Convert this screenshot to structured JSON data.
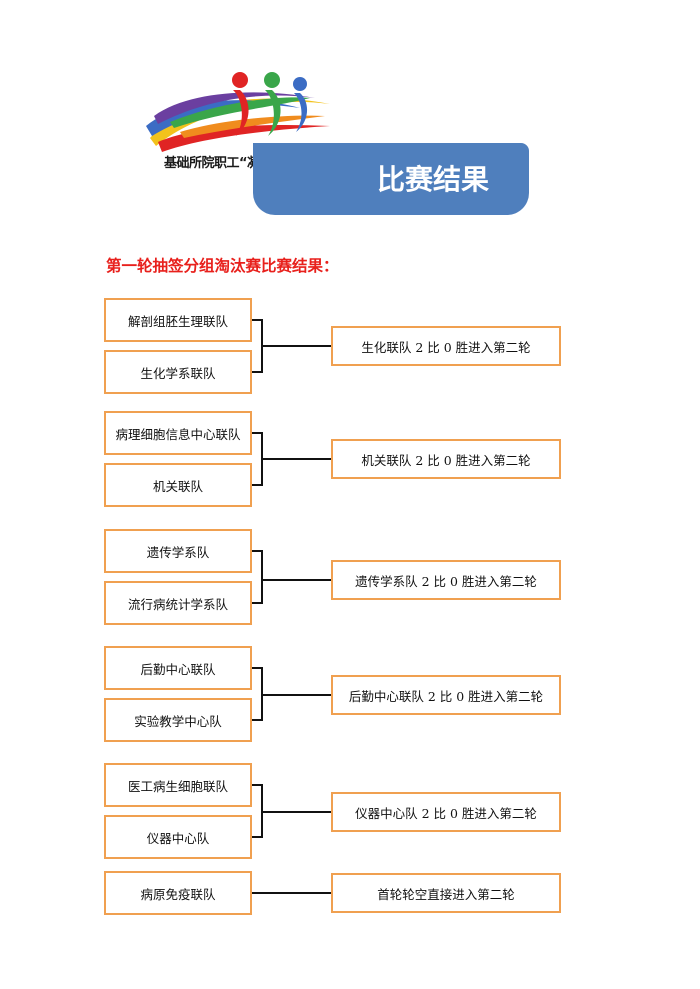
{
  "header": {
    "logo_text": "基础所院职工“凝心聚力杯”拔河比赛",
    "banner_title": "比赛结果"
  },
  "section": {
    "heading": "第一轮抽签分组淘汰赛比赛结果："
  },
  "matches": [
    {
      "teams": [
        "解剖组胚生理联队",
        "生化学系联队"
      ],
      "result": "生化联队 2 比 0 胜进入第二轮"
    },
    {
      "teams": [
        "病理细胞信息中心联队",
        "机关联队"
      ],
      "result": "机关联队 2 比 0 胜进入第二轮"
    },
    {
      "teams": [
        "遗传学系队",
        "流行病统计学系队"
      ],
      "result": "遗传学系队 2 比 0 胜进入第二轮"
    },
    {
      "teams": [
        "后勤中心联队",
        "实验教学中心队"
      ],
      "result": "后勤中心联队 2 比 0 胜进入第二轮"
    },
    {
      "teams": [
        "医工病生细胞联队",
        "仪器中心队"
      ],
      "result": "仪器中心队 2 比 0 胜进入第二轮"
    },
    {
      "teams": [
        "病原免疫联队"
      ],
      "result": "首轮轮空直接进入第二轮"
    }
  ],
  "colors": {
    "banner": "#4f7fbd",
    "heading": "#e8201c",
    "box_border": "#f0a050",
    "logo_red": "#e02424",
    "logo_orange": "#f08c1e",
    "logo_yellow": "#f2c21c",
    "logo_blue": "#3b6cc4",
    "logo_purple": "#6b3fa0",
    "logo_green": "#3aa64a"
  }
}
